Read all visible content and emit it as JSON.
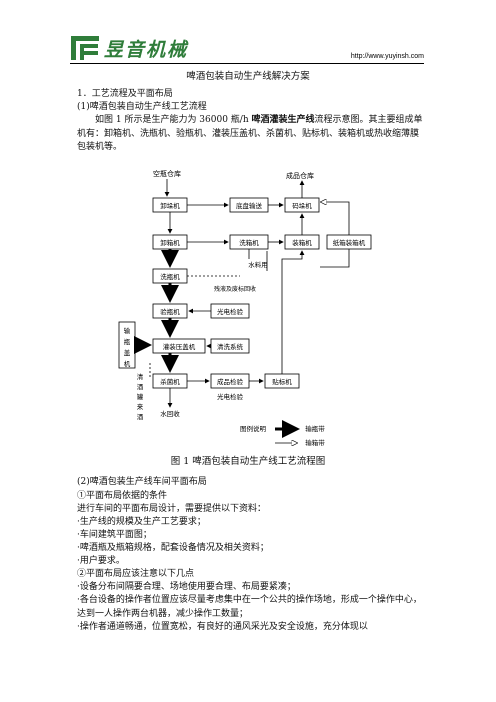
{
  "header": {
    "logo_text": "昱音机械",
    "url": "http://www.yuyinsh.com"
  },
  "document": {
    "title": "啤酒包装自动生产线解决方案",
    "section1_heading": "1．工艺流程及平面布局",
    "section1_sub": "(1)啤酒包装自动生产线工艺流程",
    "para1_before": "如图 1 所示是生产能力为 36000 瓶/h ",
    "para1_highlight": "啤酒灌装生产线",
    "para1_after": "流程示意图。其主要组成单机有：卸箱机、洗瓶机、验瓶机、灌装压盖机、杀菌机、贴标机、装箱机或热收缩薄膜包装机等。",
    "figure_caption": "图 1  啤酒包装自动生产线工艺流程图",
    "section2_sub": "(2)啤酒包装生产线车间平面布局",
    "item1_heading": "①平面布局依据的条件",
    "item1_intro": "进行车间的平面布局设计，需要提供以下资料：",
    "bullets1": [
      "·生产线的规模及生产工艺要求；",
      "·车间建筑平面图；",
      "·啤酒瓶及瓶箱规格，配套设备情况及相关资料；",
      "·用户要求。"
    ],
    "item2_heading": "②平面布局应该注意以下几点",
    "bullets2": [
      "·设备分布间隔要合理、场地使用要合理、布局要紧凑；",
      "·各台设备的操作者位置应该尽量考虑集中在一个公共的操作场地，形成一个操作中心，达到一人操作两台机器，减少操作工数量；",
      "·操作者通道畅通，位置宽松，有良好的通风采光及安全设施，充分体现以"
    ]
  },
  "diagram": {
    "labels": {
      "empty_bottle_store": "空瓶仓库",
      "finished_store": "成品仓库",
      "depalletizer": "卸垛机",
      "pallet_conveyor": "底盘输送",
      "palletizer": "码垛机",
      "unpacker": "卸箱机",
      "case_washer": "洗箱机",
      "packer": "装箱机",
      "carton_packer": "纸箱装箱机",
      "bottle_washer": "洗瓶机",
      "water_supply": "水料用",
      "residue_recovery": "残液及废标回收",
      "inspector": "验瓶机",
      "optical_inspect": "光电检验",
      "filler_capper": "灌装压盖机",
      "cip_system": "清洗系统",
      "bottle_feed": "输瓶盖机",
      "clear_wine": "清酒罐来酒",
      "pasteurizer": "杀菌机",
      "finished_inspect": "成品检验",
      "labeler": "贴标机",
      "optical_inspect2": "光电检验",
      "water_recovery": "水回收",
      "legend_title": "图例说明",
      "legend_bottle": "输瓶带",
      "legend_case": "输箱带"
    }
  }
}
